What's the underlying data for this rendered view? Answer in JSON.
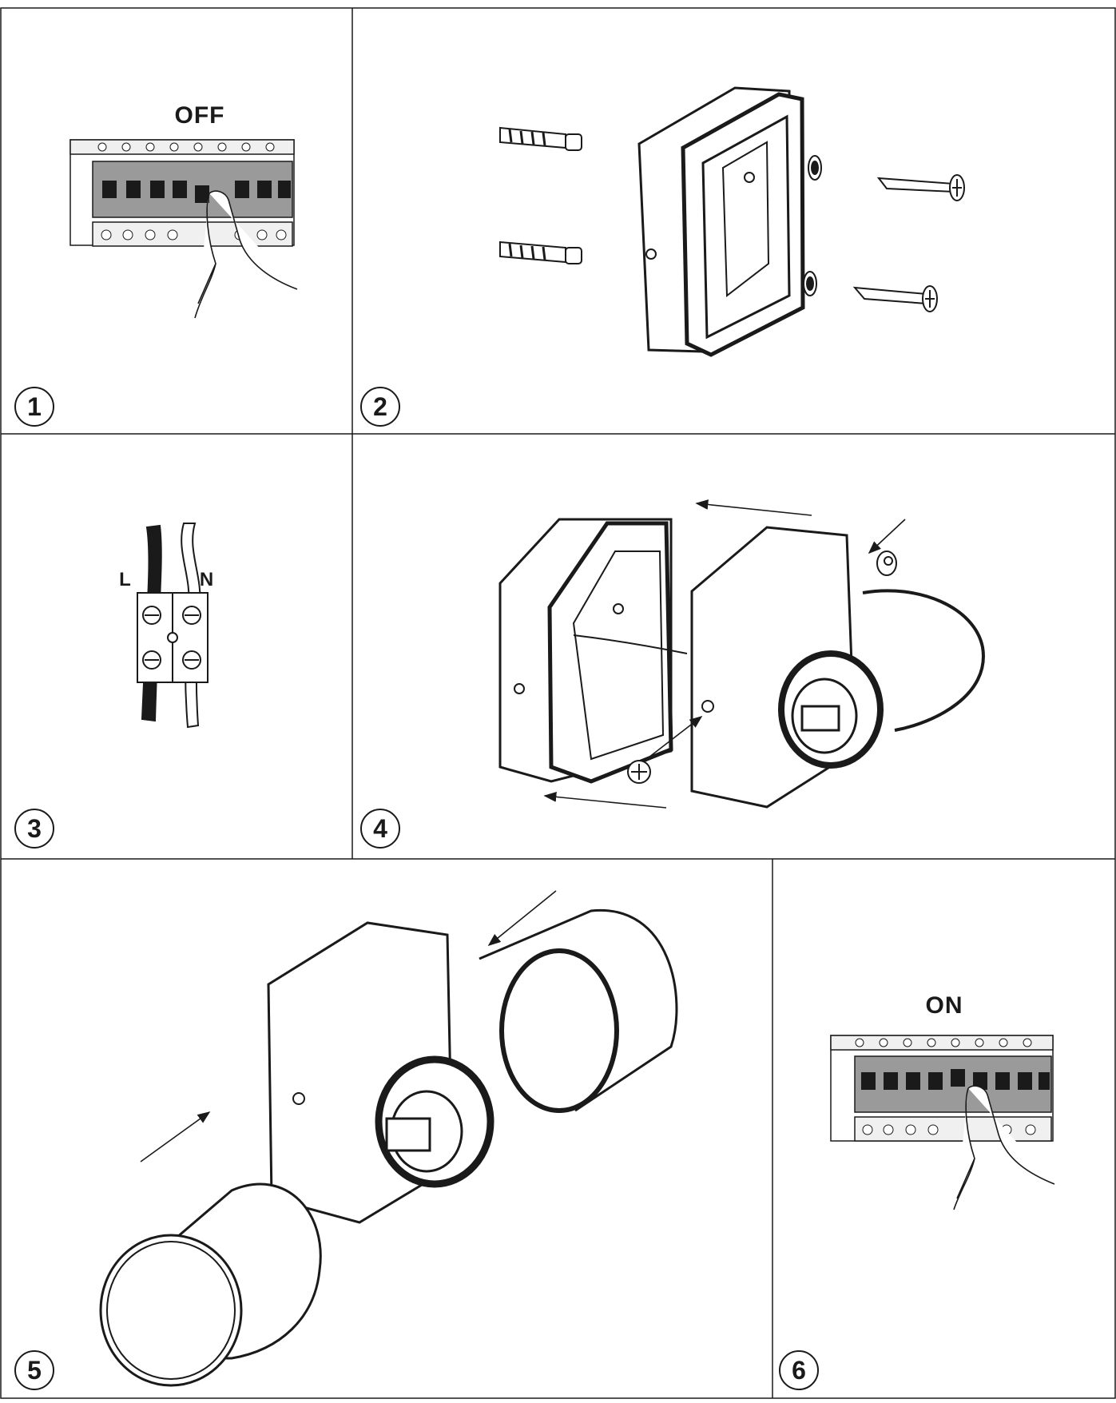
{
  "panels": [
    {
      "number": "1",
      "label": "OFF"
    },
    {
      "number": "2"
    },
    {
      "number": "3",
      "wire_left": "L",
      "wire_right": "N"
    },
    {
      "number": "4"
    },
    {
      "number": "5"
    },
    {
      "number": "6",
      "label": "ON"
    }
  ],
  "colors": {
    "line": "#1a1a1a",
    "breaker_fill": "#9a9a9a",
    "background": "#ffffff"
  }
}
